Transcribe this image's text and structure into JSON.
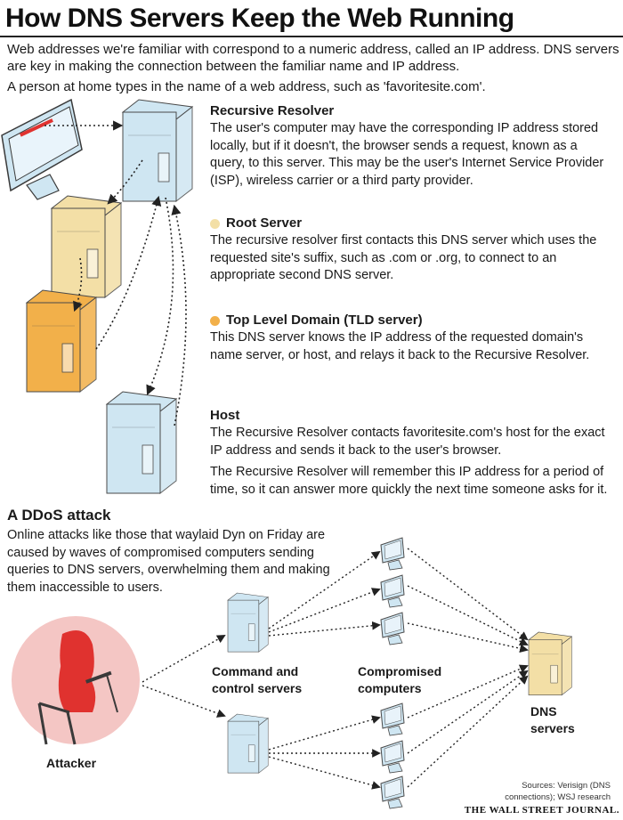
{
  "header": {
    "title": "How DNS Servers Keep the Web Running",
    "intro": "Web addresses we're familiar with correspond to a numeric address, called an IP address. DNS servers are key in making the connection between the familiar name and IP address.",
    "intro2": "A person at home types in the name of a web address, such as 'favoritesite.com'."
  },
  "steps": [
    {
      "title": "Recursive Resolver",
      "body": "The user's computer may have the corresponding IP address stored locally, but if it doesn't, the browser sends a request, known as a query, to this server. This may be the user's Internet Service Provider (ISP), wireless carrier or a third party provider.",
      "dot_color": ""
    },
    {
      "title": "Root Server",
      "body": "The recursive resolver first contacts this DNS server which uses the requested site's suffix, such as .com or .org, to connect to an appropriate second DNS server.",
      "dot_color": "#f3dfa6"
    },
    {
      "title": "Top Level Domain (TLD server)",
      "body": "This DNS server knows the IP address of the requested domain's name server, or host, and relays it back to the Recursive Resolver.",
      "dot_color": "#f2b04a"
    },
    {
      "title": "Host",
      "body": "The Recursive Resolver contacts favoritesite.com's host for the exact IP address and sends it back to the user's browser.",
      "body2": "The Recursive Resolver will remember this IP address for a period of time, so it can answer more quickly the next time someone asks for it.",
      "dot_color": ""
    }
  ],
  "ddos": {
    "title": "A DDoS attack",
    "body": "Online attacks like those that waylaid Dyn on Friday are caused by waves of compromised computers sending queries to DNS servers, overwhelming them and making them inaccessible to users.",
    "labels": {
      "attacker": "Attacker",
      "command": "Command and control servers",
      "compromised": "Compromised computers",
      "dns": "DNS servers"
    }
  },
  "footer": {
    "sources": "Sources: Verisign (DNS connections); WSJ research",
    "brand": "THE WALL STREET JOURNAL."
  },
  "colors": {
    "resolver_blue": "#cfe6f2",
    "root_cream": "#f3dfa6",
    "tld_orange": "#f2b04a",
    "attacker_circle": "#f4c6c4",
    "attacker_red": "#e0322f"
  }
}
